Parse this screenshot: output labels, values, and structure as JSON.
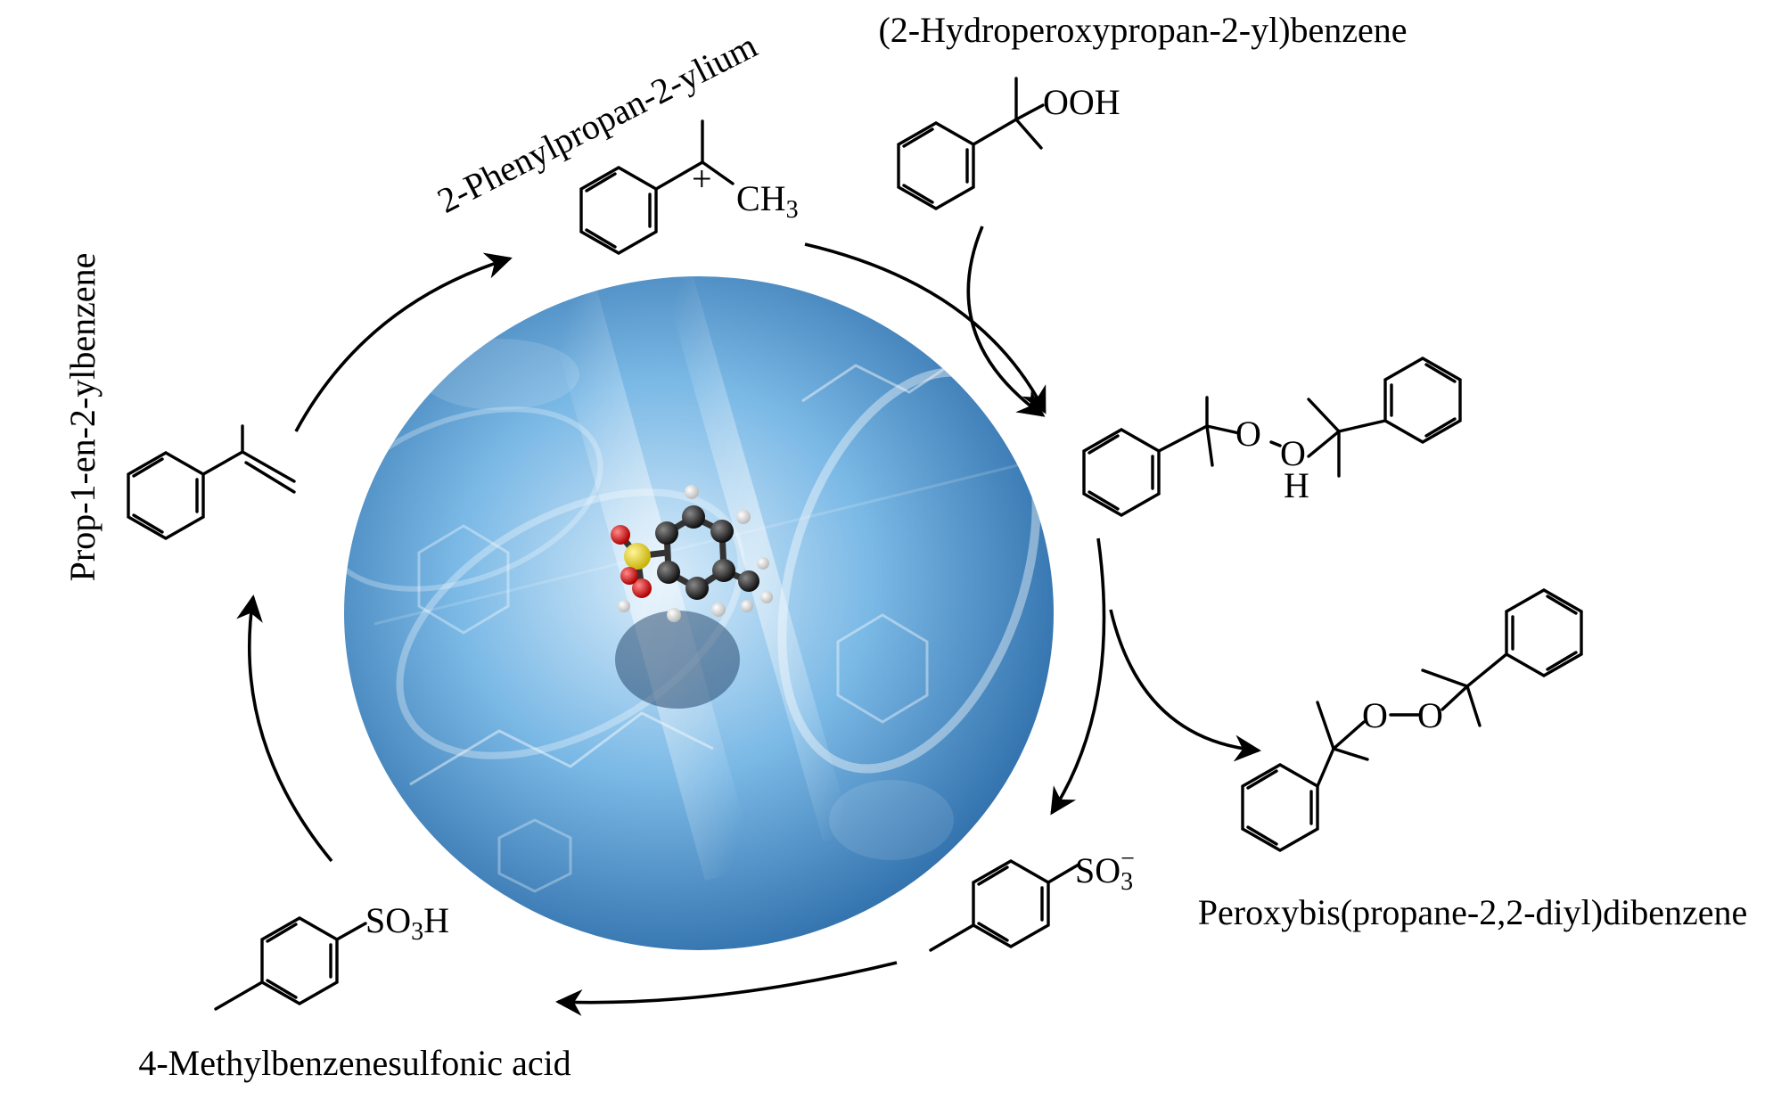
{
  "diagram": {
    "labels": {
      "alpha_methylstyrene": "Prop-1-en-2-ylbenzene",
      "cumyl_cation": "2-Phenylpropan-2-ylium",
      "cumene_hydroperoxide": "(2-Hydroperoxypropan-2-yl)benzene",
      "dicumyl_peroxide": "Peroxybis(propane-2,2-diyl)dibenzene",
      "ptsa": "4-Methylbenzenesulfonic acid"
    },
    "atoms": {
      "ch3": "CH",
      "ch3_sub": "3",
      "plus": "+",
      "ooh": "OOH",
      "o": "O",
      "h": "H",
      "so3": "SO",
      "so3_sub": "3",
      "so3_charge": "−",
      "so3h_suffix": "H"
    },
    "center_image": "catalyst molecule on blue chemistry background",
    "colors": {
      "background_light": "#cfe6f7",
      "background_mid": "#5ea6dc",
      "background_dark": "#1f5f9e",
      "sulfur": "#e3d12b",
      "oxygen": "#d81c1c",
      "carbon": "#222222",
      "hydrogen": "#f4f4f4"
    }
  }
}
